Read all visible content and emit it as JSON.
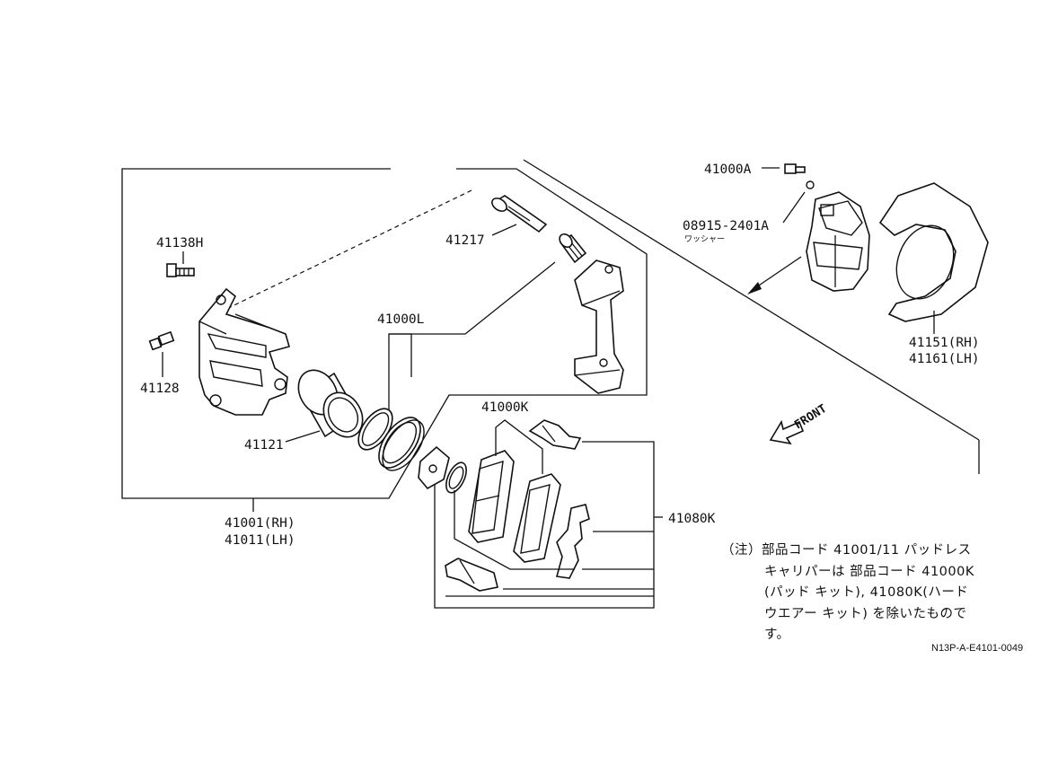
{
  "labels": {
    "p41138h": "41138H",
    "p41128": "41128",
    "p41121": "41121",
    "p41000l": "41000L",
    "p41217": "41217",
    "p41000k": "41000K",
    "p41080k": "41080K",
    "p41001": "41001(RH)",
    "p41011": "41011(LH)",
    "p41000a": "41000A",
    "p08915": "08915-2401A",
    "washer": "ワッシャー",
    "p41151": "41151(RH)",
    "p41161": "41161(LH)",
    "front": "FRONT"
  },
  "note": {
    "prefix": "（注）",
    "lines": [
      "部品コード 41001/11 パッドレス",
      "キャリパーは 部品コード 41000K",
      "(パッド キット), 41080K(ハード",
      "ウエアー キット) を除いたもので",
      "す。"
    ]
  },
  "drawing_code": "N13P-A-E4101-0049"
}
